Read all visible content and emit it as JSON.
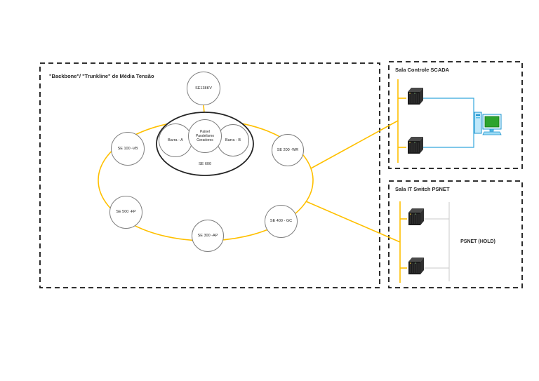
{
  "backbone": {
    "title": "\"Backbone\"/ \"Trunkline\" de Média Tensão",
    "nodes": {
      "se138kv": "SE138KV",
      "se100": "SE 100 -VB",
      "se200": "SE 200 -WR",
      "se500": "SE 500 -FP",
      "se300": "SE 300 -AP",
      "se400": "SE 400 - GC"
    },
    "se600_group": {
      "barra_a": "Barra - A",
      "painel": "Painel Paralelismo Geradores",
      "barra_b": "Barra - B",
      "label": "SE 600"
    }
  },
  "scada_room": {
    "title": "Sala Controle SCADA"
  },
  "psnet_room": {
    "title": "Sala IT Switch PSNET",
    "network_label": "PSNET (HOLD)"
  },
  "icons": {
    "switch": "network-switch-icon",
    "computer": "workstation-computer-icon"
  },
  "colors": {
    "trunkline": "#FFC000",
    "lan_link": "#35A8DC",
    "monitor_screen": "#2DA32D",
    "psnet_link": "#C9C9C9",
    "shape_outline": "#7F7F7F",
    "dashed_border": "#141414"
  }
}
